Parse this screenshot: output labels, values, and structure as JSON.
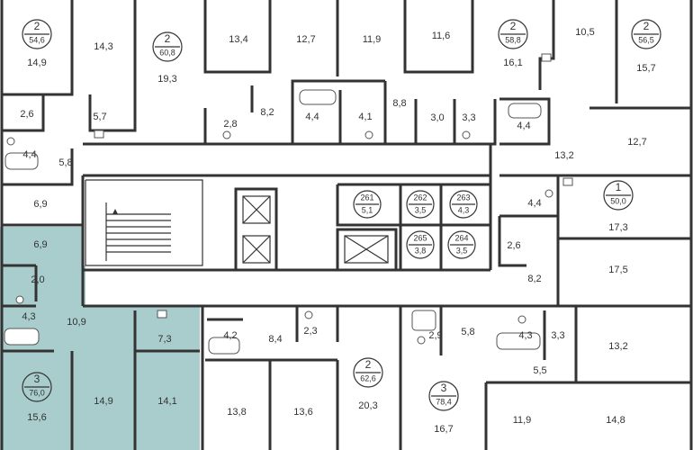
{
  "apartments": [
    {
      "id": "a1",
      "rooms": "2",
      "area": "54,6"
    },
    {
      "id": "a2",
      "rooms": "2",
      "area": "60,8"
    },
    {
      "id": "a3",
      "rooms": "2",
      "area": "58,8"
    },
    {
      "id": "a4",
      "rooms": "2",
      "area": "56,5"
    },
    {
      "id": "a5",
      "rooms": "1",
      "area": "50,0"
    },
    {
      "id": "a6",
      "rooms": "3",
      "area": "76,0"
    },
    {
      "id": "a7",
      "rooms": "2",
      "area": "62,6"
    },
    {
      "id": "a8",
      "rooms": "3",
      "area": "78,4"
    }
  ],
  "storage": [
    {
      "num": "261",
      "area": "5,1"
    },
    {
      "num": "262",
      "area": "3,5"
    },
    {
      "num": "263",
      "area": "4,3"
    },
    {
      "num": "265",
      "area": "3,8"
    },
    {
      "num": "264",
      "area": "3,5"
    }
  ],
  "rooms": {
    "r01": "14,9",
    "r02": "14,3",
    "r03": "13,4",
    "r04": "12,7",
    "r05": "11,9",
    "r06": "11,6",
    "r07": "16,1",
    "r08": "10,5",
    "r09": "15,7",
    "r10": "19,3",
    "r11": "2,6",
    "r12": "5,7",
    "r13": "2,8",
    "r14": "8,2",
    "r15": "4,4",
    "r16": "4,1",
    "r17": "8,8",
    "r18": "3,0",
    "r19": "3,3",
    "r20": "4,4",
    "r21": "4,4",
    "r22": "5,8",
    "r23": "13,2",
    "r24": "12,7",
    "r25": "6,9",
    "r26": "4,4",
    "r27": "17,3",
    "r28": "2,6",
    "r29": "6,9",
    "r30": "17,5",
    "r31": "2,0",
    "r32": "8,2",
    "r33": "4,3",
    "r34": "10,9",
    "r35": "7,3",
    "r36": "4,2",
    "r37": "8,4",
    "r38": "2,3",
    "r39": "2,9",
    "r40": "5,8",
    "r41": "4,3",
    "r42": "3,3",
    "r43": "13,2",
    "r44": "5,5",
    "r45": "15,6",
    "r46": "14,9",
    "r47": "14,1",
    "r48": "13,8",
    "r49": "13,6",
    "r50": "20,3",
    "r51": "16,7",
    "r52": "11,9",
    "r53": "14,8"
  },
  "colors": {
    "highlight": "#a9cdcc",
    "wall": "#333333",
    "background": "#ffffff"
  }
}
